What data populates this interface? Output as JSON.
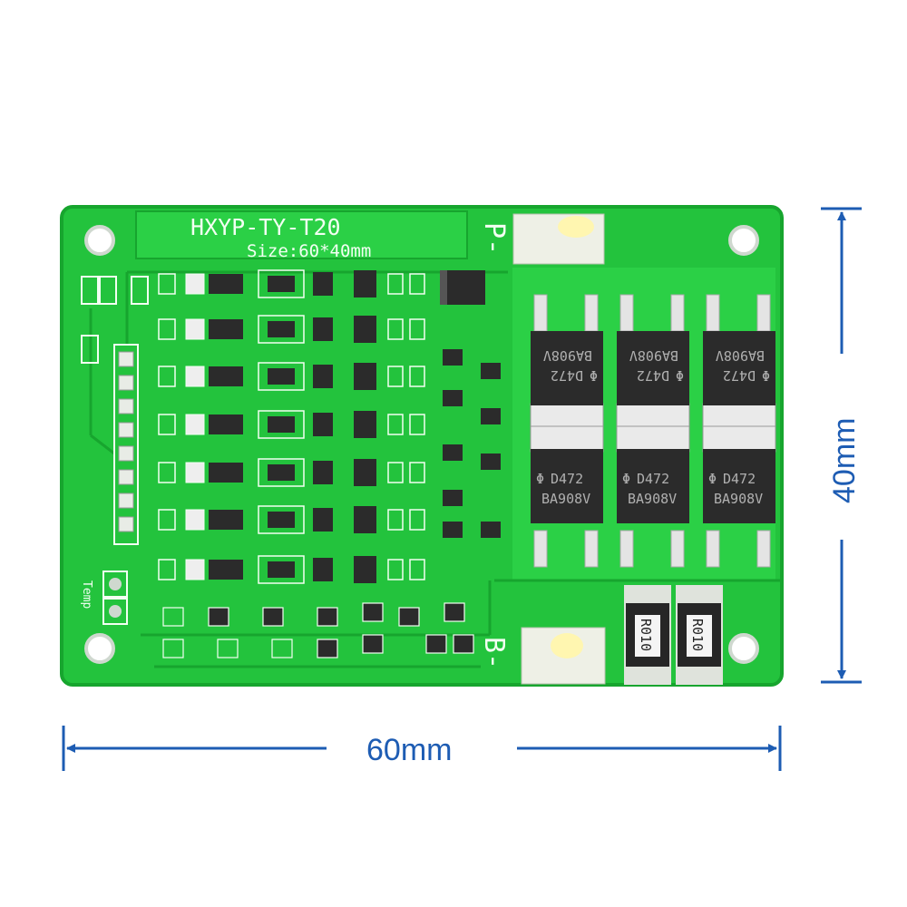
{
  "board": {
    "model": "HXYP-TY-T20",
    "size_label": "Size:60*40mm",
    "pad_p_label": "P-",
    "pad_b_label": "B-",
    "temp_label": "Temp",
    "mosfet_marking_line1": "D472",
    "mosfet_marking_line2": "BA908V",
    "shunt_marking": "R010"
  },
  "dimensions": {
    "width_label": "60mm",
    "height_label": "40mm"
  },
  "colors": {
    "board": "#23c33d",
    "trace": "#17a52e",
    "dimension": "#1d5cb3",
    "chip": "#2b2b2b"
  }
}
